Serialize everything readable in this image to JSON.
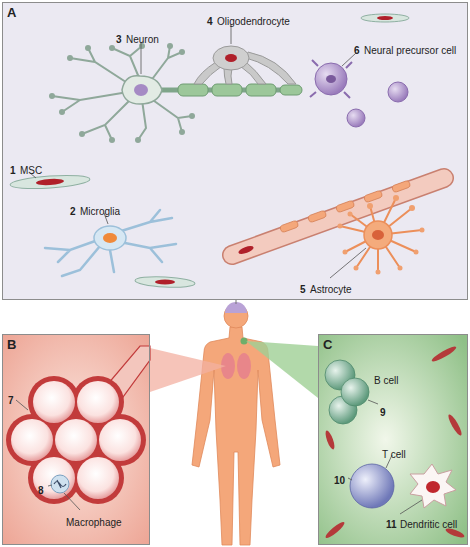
{
  "diagram": {
    "nodes": [
      {
        "text": [
          "A"
        ]
      },
      {
        "text": [
          "B"
        ]
      },
      {
        "text": [
          "C"
        ]
      }
    ],
    "labels": [
      "1",
      "MSC",
      "2",
      "Microglia",
      "3",
      "Neuron",
      "4",
      "Oligodendrocyte",
      "5",
      "Astrocyte",
      "6",
      "Neural precursor cell",
      "7",
      "8",
      "Macrophage",
      "9",
      "B cell",
      "10",
      "T cell",
      "11",
      "Dendritic cell"
    ]
  }
}
